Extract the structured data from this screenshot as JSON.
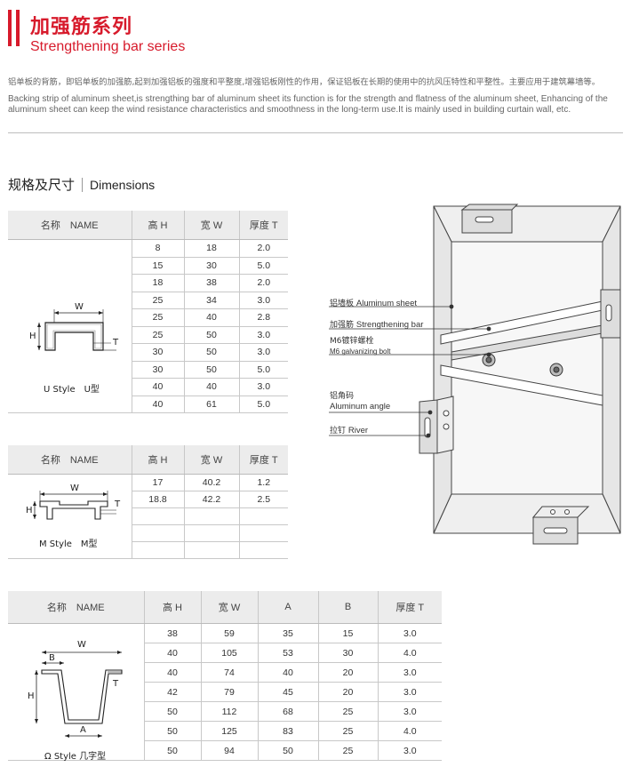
{
  "header": {
    "title_cn": "加强筋系列",
    "title_en": "Strengthening bar series"
  },
  "description": {
    "cn": "铝单板的背筋，即铝单板的加强筋,起到加强铝板的强度和平整度,增强铝板刚性的作用，保证铝板在长期的使用中的抗风压特性和平整性。主要应用于建筑幕墙等。",
    "en": "Backing strip of aluminum sheet,is strengthing bar of aluminum sheet its function is for  the strength and flatness of the aluminum sheet, Enhancing of the aluminum sheet can keep the wind resistance characteristics and smoothness in the long-term use.It is mainly used in building curtain wall, etc."
  },
  "dimensions": {
    "title_cn": "规格及尺寸",
    "title_en": "Dimensions"
  },
  "u_table": {
    "headers": [
      "名称　NAME",
      "高 H",
      "宽 W",
      "厚度 T"
    ],
    "style_label": "U Style　U型",
    "fig_labels": {
      "w": "W",
      "h": "H",
      "t": "T"
    },
    "rows": [
      [
        "8",
        "18",
        "2.0"
      ],
      [
        "15",
        "30",
        "5.0"
      ],
      [
        "18",
        "38",
        "2.0"
      ],
      [
        "25",
        "34",
        "3.0"
      ],
      [
        "25",
        "40",
        "2.8"
      ],
      [
        "25",
        "50",
        "3.0"
      ],
      [
        "30",
        "50",
        "3.0"
      ],
      [
        "30",
        "50",
        "5.0"
      ],
      [
        "40",
        "40",
        "3.0"
      ],
      [
        "40",
        "61",
        "5.0"
      ]
    ]
  },
  "m_table": {
    "headers": [
      "名称　NAME",
      "高 H",
      "宽 W",
      "厚度 T"
    ],
    "style_label": "M Style　M型",
    "fig_labels": {
      "w": "W",
      "h": "H",
      "t": "T"
    },
    "rows": [
      [
        "17",
        "40.2",
        "1.2"
      ],
      [
        "18.8",
        "42.2",
        "2.5"
      ],
      [
        "",
        "",
        ""
      ],
      [
        "",
        "",
        ""
      ],
      [
        "",
        "",
        ""
      ]
    ]
  },
  "omega_table": {
    "headers": [
      "名称　NAME",
      "高 H",
      "宽 W",
      "A",
      "B",
      "厚度 T"
    ],
    "style_label": "Ω Style 几字型",
    "fig_labels": {
      "w": "W",
      "h": "H",
      "t": "T",
      "a": "A",
      "b": "B"
    },
    "rows": [
      [
        "38",
        "59",
        "35",
        "15",
        "3.0"
      ],
      [
        "40",
        "105",
        "53",
        "30",
        "4.0"
      ],
      [
        "40",
        "74",
        "40",
        "20",
        "3.0"
      ],
      [
        "42",
        "79",
        "45",
        "20",
        "3.0"
      ],
      [
        "50",
        "112",
        "68",
        "25",
        "3.0"
      ],
      [
        "50",
        "125",
        "83",
        "25",
        "4.0"
      ],
      [
        "50",
        "94",
        "50",
        "25",
        "3.0"
      ]
    ]
  },
  "diagram": {
    "labels": [
      {
        "cn": "铝墙板",
        "en": "Aluminum sheet"
      },
      {
        "cn": "加强筋",
        "en": "Strengthening bar"
      },
      {
        "cn": "M6镀锌螺栓",
        "en": "M6 galvanizing bolt"
      },
      {
        "cn": "铝角码",
        "en": "Aluminum angle"
      },
      {
        "cn": "拉钉",
        "en": "River"
      }
    ]
  }
}
